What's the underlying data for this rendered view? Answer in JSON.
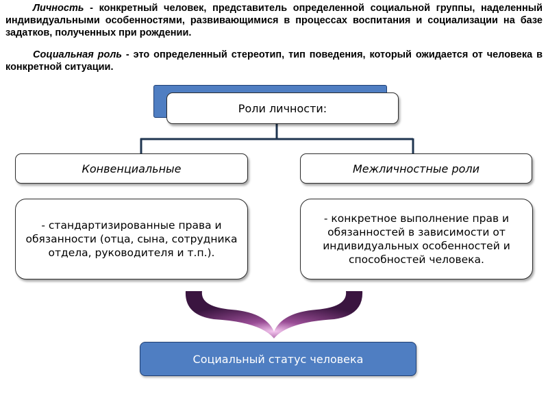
{
  "intro": {
    "p1_term": "Личность",
    "p1_text": " - конкретный человек, представитель определенной социальной группы, наделенный индивидуальными особенностями, развивающимися в процессах воспитания и социализации на базе задатков, полученных при рождении.",
    "p2_term": "Социальная роль",
    "p2_text": " - это определенный стереотип, тип поведения, который ожидается от человека в конкретной ситуации."
  },
  "diagram": {
    "header": "Роли личности:",
    "left_title": "Конвенциальные",
    "right_title": "Межличностные роли",
    "left_desc": "- стандартизированные права и обязанности (отца, сына, сотрудника отдела, руководителя и т.п.).",
    "right_desc": "- конкретное выполнение прав и обязанностей в зависимости от индивидуальных особенностей и способностей человека.",
    "status": "Социальный статус человека"
  },
  "colors": {
    "blue_box": "#4f7ec2",
    "connector": "#1f3550",
    "brace": "#5a2660"
  }
}
